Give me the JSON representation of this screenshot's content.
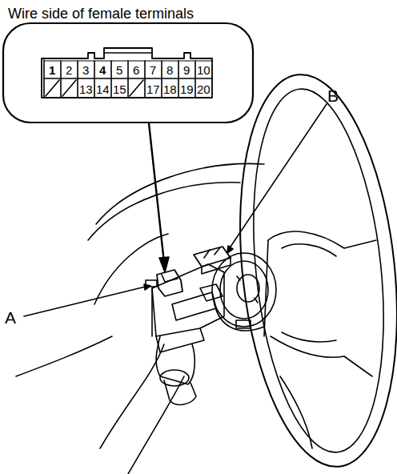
{
  "diagram": {
    "nodes": [
      {
        "text": [
          "Wire side of female terminals"
        ]
      }
    ],
    "labels": [
      "1",
      "2",
      "3",
      "4",
      "5",
      "6",
      "7",
      "8",
      "9",
      "10",
      "13",
      "14",
      "15",
      "17",
      "18",
      "19",
      "20",
      "A",
      "B"
    ]
  }
}
